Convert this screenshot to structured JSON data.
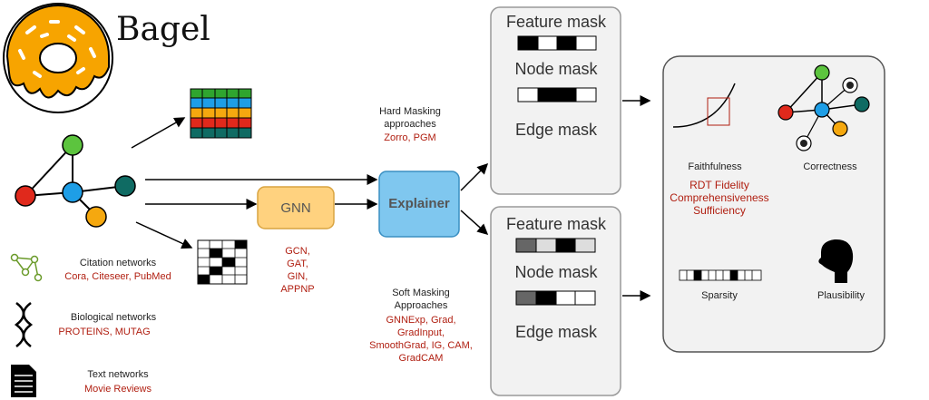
{
  "logo": {
    "text": "Bagel"
  },
  "datasets": {
    "citation": {
      "title": "Citation networks",
      "items": "Cora, Citeseer, PubMed"
    },
    "biological": {
      "title": "Biological networks",
      "items": "PROTEINS, MUTAG"
    },
    "text": {
      "title": "Text networks",
      "items": "Movie Reviews"
    }
  },
  "gnn": {
    "label": "GNN",
    "models": [
      "GCN,",
      "GAT,",
      "GIN,",
      "APPNP"
    ]
  },
  "explainer": {
    "label": "Explainer"
  },
  "hard_masking": {
    "title_line1": "Hard Masking",
    "title_line2": "approaches",
    "methods": "Zorro, PGM"
  },
  "soft_masking": {
    "title_line1": "Soft Masking",
    "title_line2": "Approaches",
    "methods": [
      "GNNExp, Grad,",
      "GradInput,",
      "SmoothGrad, IG, CAM,",
      "GradCAM"
    ]
  },
  "hard_panel": {
    "feature": "Feature mask",
    "node": "Node mask",
    "edge": "Edge mask"
  },
  "soft_panel": {
    "feature": "Feature mask",
    "node": "Node mask",
    "edge": "Edge mask"
  },
  "metrics": {
    "faithfulness": {
      "title": "Faithfulness",
      "items": [
        "RDT Fidelity",
        "Comprehensiveness",
        "Sufficiency"
      ]
    },
    "correctness": "Correctness",
    "sparsity": "Sparsity",
    "plausibility": "Plausibility"
  },
  "colors": {
    "red_text": "#b01e10",
    "node_green": "#5cc43e",
    "node_blue": "#1e9ee6",
    "node_red": "#e0291c",
    "node_teal": "#0f6b63",
    "node_orange": "#f5a80f",
    "gnn_fill": "#ffd27f",
    "explainer_fill": "#7fc7ef",
    "panel_fill": "#f2f2f2"
  }
}
